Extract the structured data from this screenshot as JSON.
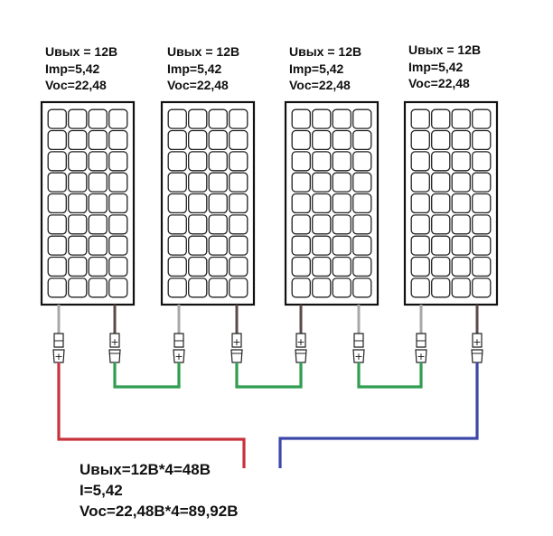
{
  "diagram": {
    "title": "Series connection of 4 solar panels",
    "panels": [
      {
        "id": "panel-1",
        "label": {
          "uout": "Uвых = 12В",
          "imp": "Imp=5,42",
          "voc": "Voc=22,48"
        }
      },
      {
        "id": "panel-2",
        "label": {
          "uout": "Uвых = 12В",
          "imp": "Imp=5,42",
          "voc": "Voc=22,48"
        }
      },
      {
        "id": "panel-3",
        "label": {
          "uout": "Uвых = 12В",
          "imp": "Imp=5,42",
          "voc": "Voc=22,48"
        }
      },
      {
        "id": "panel-4",
        "label": {
          "uout": "Uвых = 12В",
          "imp": "Imp=5,42",
          "voc": "Voc=22,48"
        }
      }
    ],
    "cell_grid": {
      "rows": 9,
      "cols": 4
    },
    "connector_symbols": {
      "positive": "+"
    },
    "wires": [
      {
        "name": "positive-output-wire",
        "color": "#c8323c"
      },
      {
        "name": "series-link-1-2",
        "color": "#2f9e4f"
      },
      {
        "name": "series-link-2-3",
        "color": "#2f9e4f"
      },
      {
        "name": "series-link-3-4",
        "color": "#2f9e4f"
      },
      {
        "name": "negative-output-wire",
        "color": "#3c48a8"
      }
    ],
    "cable_colors": {
      "positive_lead": "#a8a8a8",
      "negative_lead": "#5a4a48"
    },
    "summary": {
      "uout": "Uвых=12В*4=48В",
      "current": "I=5,42",
      "voc": "Voc=22,48В*4=89,92В"
    }
  }
}
